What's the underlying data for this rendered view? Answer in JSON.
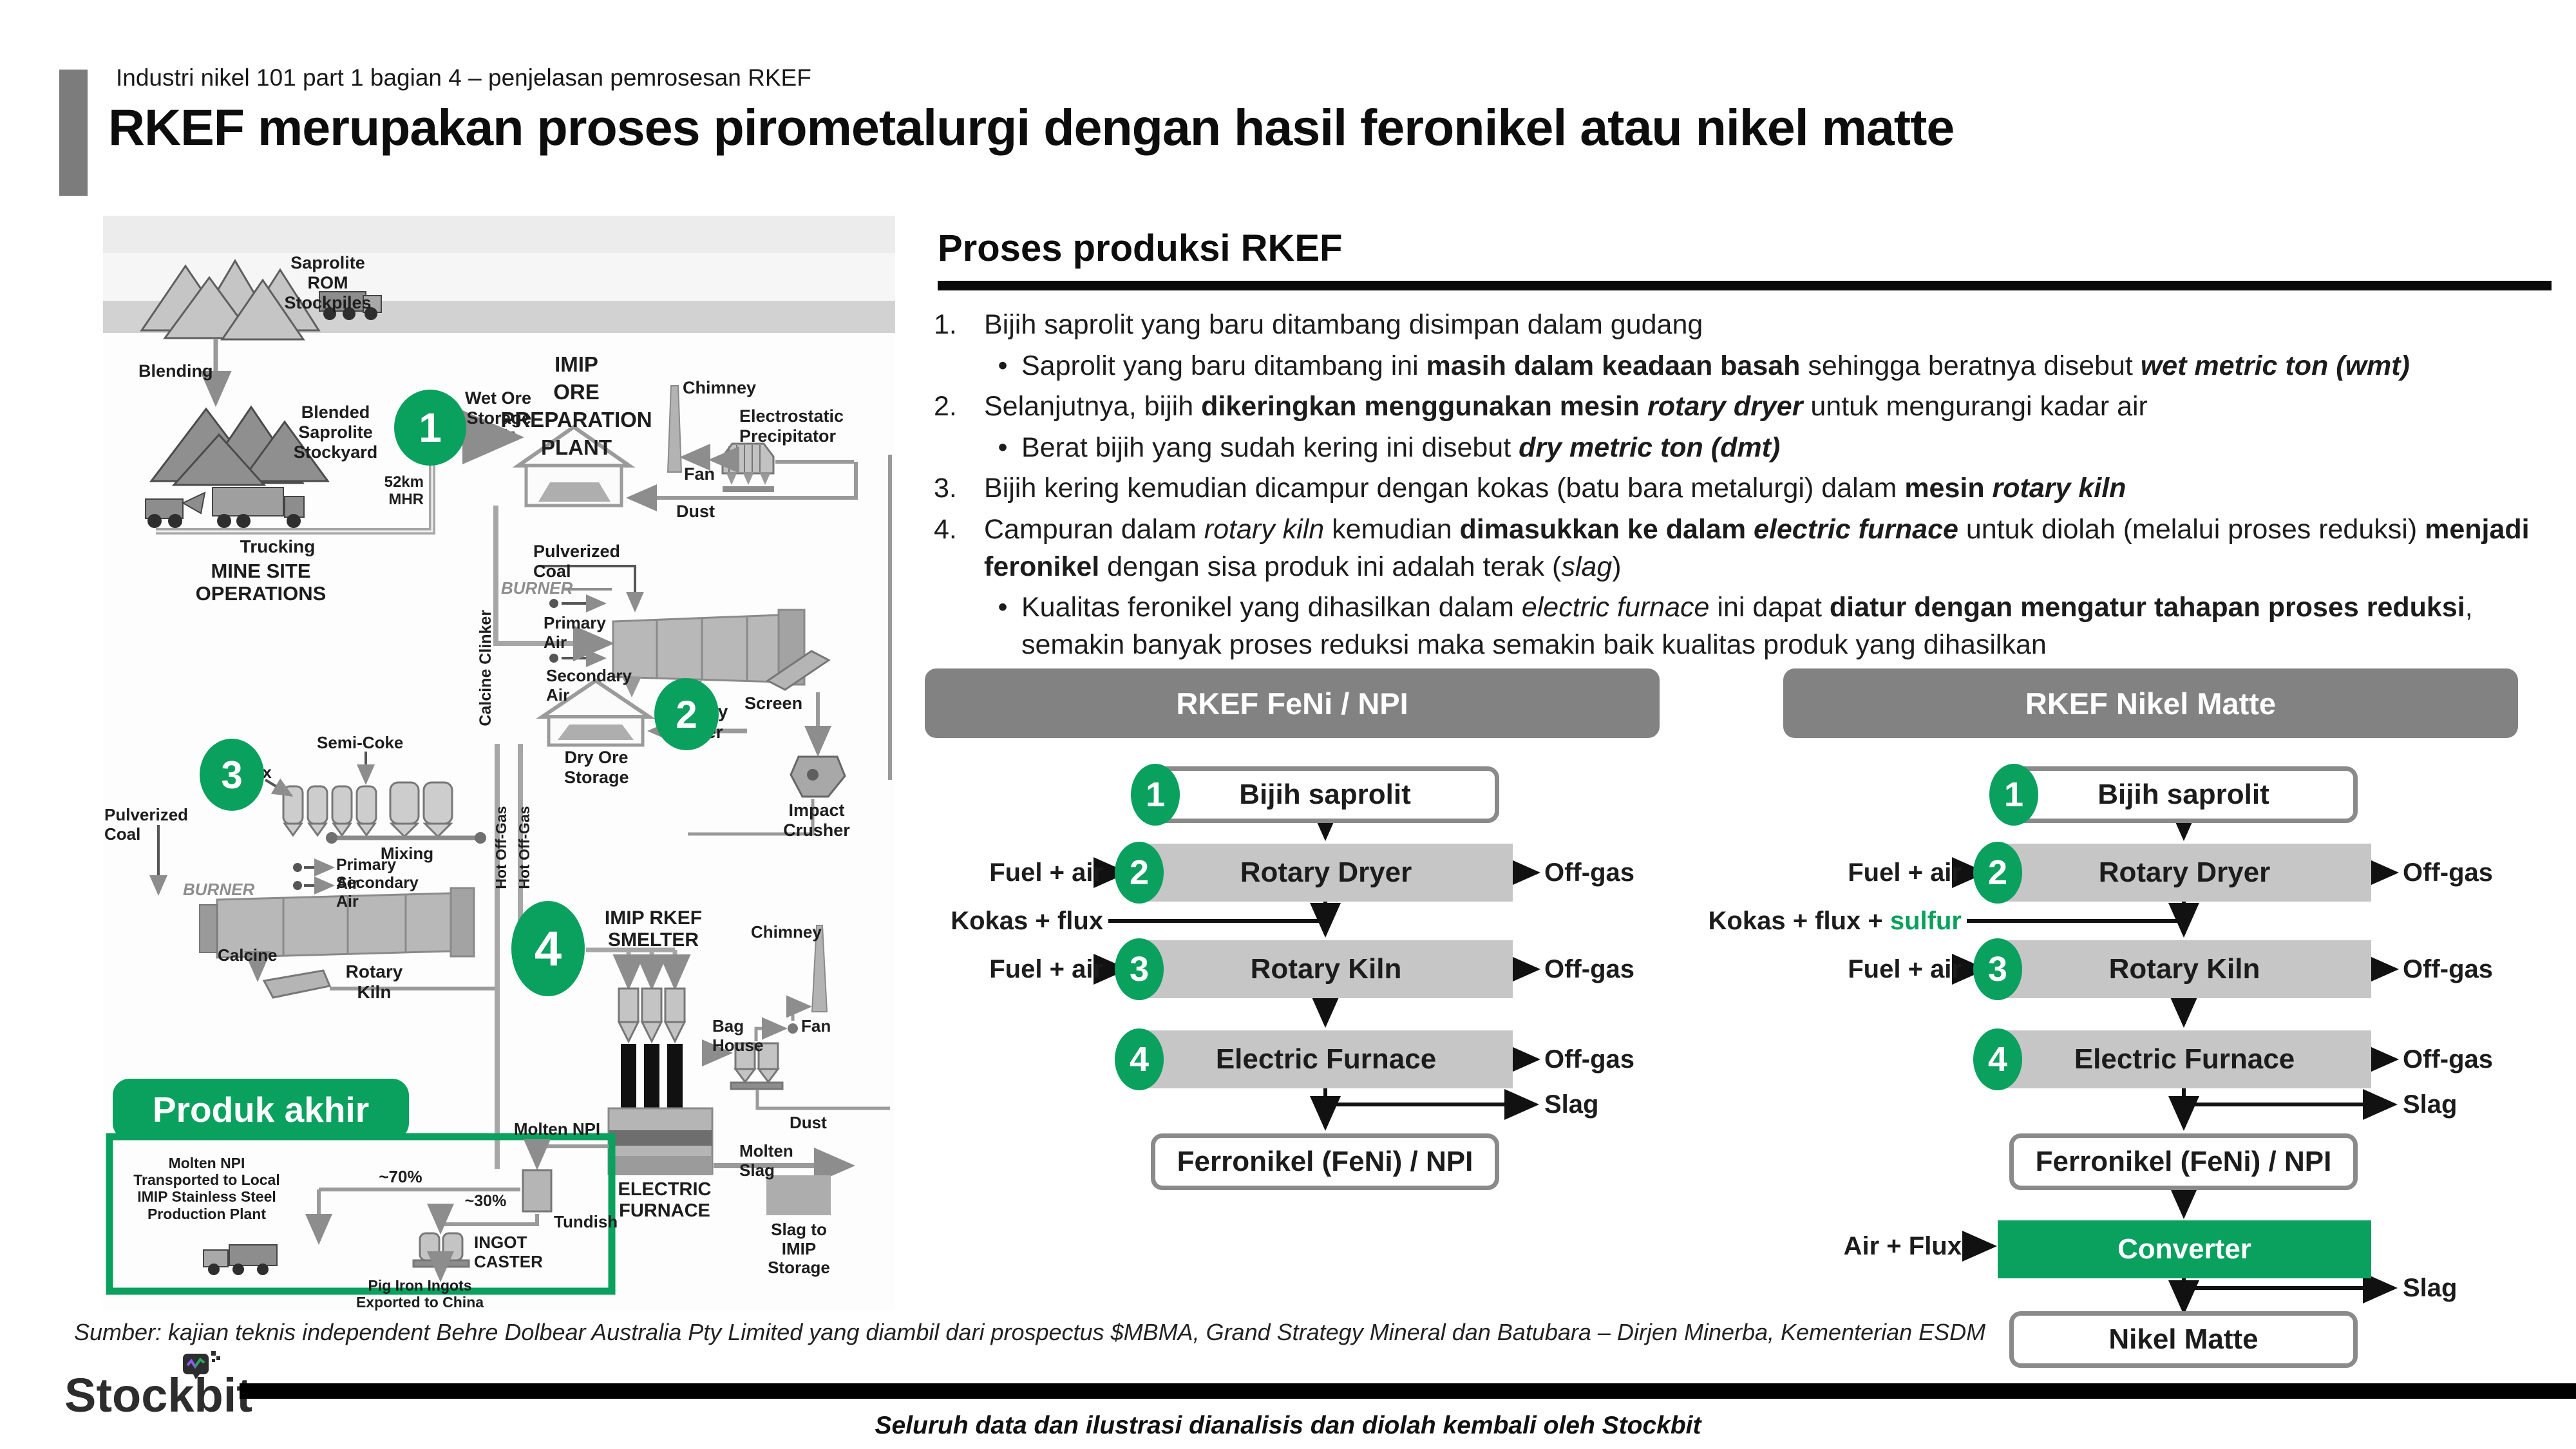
{
  "meta": {
    "eyebrow": "Industri nikel 101 part 1 bagian 4 – penjelasan pemrosesan RKEF",
    "title": "RKEF merupakan proses pirometalurgi dengan hasil feronikel atau nikel matte"
  },
  "colors": {
    "green": "#0aa05e",
    "header_gray": "#828282",
    "box_gray": "#c6c6c6",
    "bar_black": "#000000"
  },
  "process": {
    "heading": "Proses produksi RKEF",
    "bullet": "•",
    "items": [
      {
        "n": "1.",
        "text": [
          {
            "t": "Bijih saprolit yang baru ditambang disimpan dalam gudang"
          }
        ],
        "sub": [
          [
            {
              "t": "Saprolit yang baru ditambang ini "
            },
            {
              "t": "masih dalam keadaan basah",
              "b": 1
            },
            {
              "t": " sehingga beratnya disebut "
            },
            {
              "t": "wet metric ton (wmt)",
              "b": 1,
              "i": 1
            }
          ]
        ]
      },
      {
        "n": "2.",
        "text": [
          {
            "t": "Selanjutnya, bijih "
          },
          {
            "t": "dikeringkan menggunakan mesin ",
            "b": 1
          },
          {
            "t": "rotary dryer",
            "b": 1,
            "i": 1
          },
          {
            "t": " untuk mengurangi kadar air"
          }
        ],
        "sub": [
          [
            {
              "t": "Berat bijih yang sudah kering ini disebut "
            },
            {
              "t": "dry metric ton (dmt)",
              "b": 1,
              "i": 1
            }
          ]
        ]
      },
      {
        "n": "3.",
        "text": [
          {
            "t": "Bijih kering kemudian dicampur dengan kokas (batu bara metalurgi) dalam "
          },
          {
            "t": "mesin ",
            "b": 1
          },
          {
            "t": "rotary kiln",
            "b": 1,
            "i": 1
          }
        ],
        "sub": []
      },
      {
        "n": "4.",
        "text": [
          {
            "t": "Campuran dalam "
          },
          {
            "t": "rotary kiln",
            "i": 1
          },
          {
            "t": " kemudian "
          },
          {
            "t": "dimasukkan ke dalam ",
            "b": 1
          },
          {
            "t": "electric furnace",
            "b": 1,
            "i": 1
          },
          {
            "t": " untuk diolah (melalui proses reduksi) "
          },
          {
            "t": "menjadi feronikel",
            "b": 1
          },
          {
            "t": " dengan sisa produk ini adalah terak ("
          },
          {
            "t": "slag",
            "i": 1
          },
          {
            "t": ")"
          }
        ],
        "sub": [
          [
            {
              "t": "Kualitas feronikel yang dihasilkan dalam "
            },
            {
              "t": "electric furnace",
              "i": 1
            },
            {
              "t": " ini dapat "
            },
            {
              "t": "diatur dengan mengatur tahapan proses reduksi",
              "b": 1
            },
            {
              "t": ", semakin banyak proses reduksi maka semakin baik kualitas produk yang dihasilkan"
            }
          ]
        ]
      }
    ]
  },
  "flow_feni": {
    "header": "RKEF FeNi / NPI",
    "ore": "Bijih saprolit",
    "dryer": "Rotary Dryer",
    "kiln": "Rotary Kiln",
    "furnace": "Electric Furnace",
    "product": "Ferronikel (FeNi) / NPI",
    "fuel": "Fuel + air",
    "kokas": "Kokas + flux",
    "offgas": "Off-gas",
    "slag": "Slag",
    "badges": [
      "1",
      "2",
      "3",
      "4"
    ]
  },
  "flow_matte": {
    "header": "RKEF Nikel Matte",
    "ore": "Bijih saprolit",
    "dryer": "Rotary Dryer",
    "kiln": "Rotary Kiln",
    "furnace": "Electric Furnace",
    "product": "Ferronikel (FeNi) / NPI",
    "converter": "Converter",
    "product2": "Nikel Matte",
    "fuel": "Fuel + air",
    "airflux": "Air + Flux",
    "kokas_rich": [
      {
        "t": "Kokas + flux + "
      },
      {
        "t": "sulfur",
        "b": 1,
        "c": "#0aa05e"
      }
    ],
    "offgas": "Off-gas",
    "slag": "Slag",
    "badges": [
      "1",
      "2",
      "3",
      "4"
    ]
  },
  "diagram": {
    "badges": [
      "1",
      "2",
      "3",
      "4"
    ],
    "sap_rom": "Saprolite ROM\nStockpiles",
    "blending": "Blending",
    "imip_plant": "IMIP\nORE PREPARATION\nPLANT",
    "wet_ore": "Wet Ore\nStorage",
    "chimney1": "Chimney",
    "esp": "Electrostatic\nPrecipitator",
    "fan1": "Fan",
    "dust1": "Dust",
    "blended": "Blended Saprolite\nStockyard",
    "km": "52km\nMHR",
    "pc1": "Pulverized Coal",
    "burner1": "BURNER",
    "pair1": "Primary Air",
    "sair1": "Secondary\nAir",
    "rotary_dryer": "Rotary Dryer",
    "cclinker": "Calcine Clinker",
    "screen": "Screen",
    "icrusher": "Impact\nCrusher",
    "dryore": "Dry Ore\nStorage",
    "hog1": "Hot Off-Gas",
    "hog2": "Hot Off-Gas",
    "trucking": "Trucking",
    "mso": "MINE SITE\nOPERATIONS",
    "semicoke": "Semi-Coke",
    "auxflux": "Aux/Flux",
    "mixing": "Mixing",
    "pc2": "Pulverized Coal",
    "burner2": "BURNER",
    "pair2": "Primary Air",
    "sair2": "Secondary Air",
    "rotary_kiln": "Rotary Kiln",
    "calcine": "Calcine",
    "smelter": "IMIP RKEF\nSMELTER",
    "chimney2": "Chimney",
    "baghouse": "Bag House",
    "fan2": "Fan",
    "dust2": "Dust",
    "mslag": "Molten Slag",
    "efurnace": "ELECTRIC\nFURNACE",
    "slagstore": "Slag to\nIMIP Storage",
    "produk": "Produk akhir",
    "npinote": "Molten NPI\nTransported to Local\nIMIP Stainless Steel\nProduction Plant",
    "mnpi": "Molten NPI",
    "p70": "~70%",
    "p30": "~30%",
    "tundish": "Tundish",
    "ingot": "INGOT\nCASTER",
    "pigiron": "Pig Iron Ingots\nExported to China"
  },
  "footer": {
    "source": "Sumber: kajian teknis independent Behre Dolbear Australia Pty Limited yang diambil dari prospectus $MBMA, Grand Strategy Mineral dan Batubara – Dirjen Minerba, Kementerian ESDM",
    "note": "Seluruh data dan ilustrasi dianalisis dan diolah kembali oleh Stockbit",
    "brand": "Stockbit"
  }
}
